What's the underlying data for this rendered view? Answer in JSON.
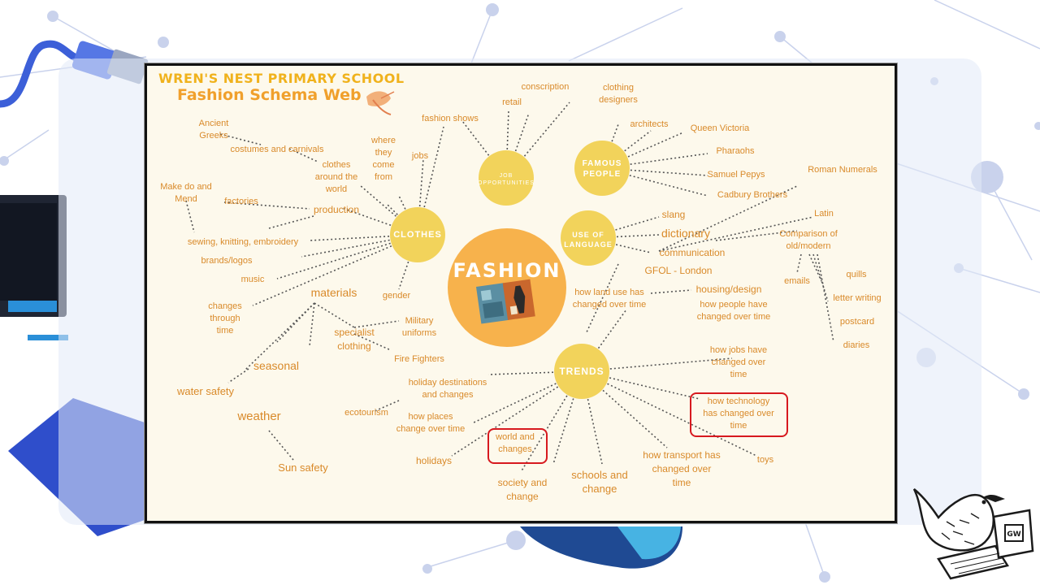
{
  "title": {
    "school": "WREN'S NEST PRIMARY SCHOOL",
    "subtitle": "Fashion Schema Web"
  },
  "center": "FASHION",
  "hubs": {
    "clothes": "CLOTHES",
    "jobs": "JOB\nOPPORTUNITIES",
    "famous": "FAMOUS\nPEOPLE",
    "language": "USE OF\nLANGUAGE",
    "trends": "TRENDS"
  },
  "labels": {
    "ancient_greeks": "Ancient\nGreeks",
    "costumes": "costumes and carnivals",
    "clothes_world": "clothes\naround the\nworld",
    "where_from": "where\nthey\ncome\nfrom",
    "jobs": "jobs",
    "fashion_shows": "fashion shows",
    "make_do": "Make do and\nMend",
    "factories": "factories",
    "production": "production",
    "sewing": "sewing, knitting, embroidery",
    "brands": "brands/logos",
    "music": "music",
    "changes_time": "changes\nthrough\ntime",
    "materials": "materials",
    "gender": "gender",
    "military": "Military\nuniforms",
    "specialist": "specialist\nclothing",
    "fire": "Fire Fighters",
    "seasonal": "seasonal",
    "water": "water safety",
    "weather": "weather",
    "sun": "Sun safety",
    "conscription": "conscription",
    "retail": "retail",
    "designers": "clothing\ndesigners",
    "architects": "architects",
    "victoria": "Queen Victoria",
    "pharaohs": "Pharaohs",
    "pepys": "Samuel Pepys",
    "cadbury": "Cadbury Brothers",
    "roman": "Roman Numerals",
    "slang": "slang",
    "dictionary": "dictionary",
    "latin": "Latin",
    "communication": "communication",
    "comparison": "Comparison of\nold/modern",
    "gfol": "GFOL - London",
    "emails": "emails",
    "quills": "quills",
    "land_use": "how land use has\nchanged over time",
    "housing": "housing/design",
    "letter": "letter writing",
    "people": "how people have\nchanged over time",
    "postcard": "postcard",
    "diaries": "diaries",
    "jobs_changed": "how jobs have\nchanged over\ntime",
    "holiday_dest": "holiday destinations\nand changes",
    "ecotourism": "ecotourism",
    "places": "how places\nchange over time",
    "technology": "how technology\nhas changed over\ntime",
    "world": "world and\nchanges",
    "holidays": "holidays",
    "transport": "how transport has\nchanged over\ntime",
    "toys": "toys",
    "schools": "schools and\nchange",
    "society": "society and\nchange"
  },
  "icons": {
    "bird": "wren-bird-icon",
    "mascot": "wren-laptop-mascot-icon",
    "magazine": "fashion-magazine-icon"
  },
  "mascot_badge": "GW",
  "colors": {
    "hub": "#f2d35b",
    "center": "#f7b24c",
    "label": "#d98a2a",
    "highlight": "#d7191f"
  }
}
